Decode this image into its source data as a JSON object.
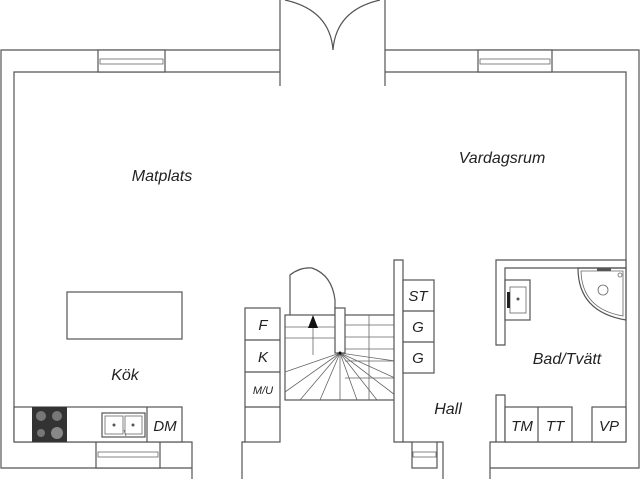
{
  "rooms": {
    "dining": "Matplats",
    "living": "Vardagsrum",
    "kitchen": "Kök",
    "hall": "Hall",
    "bath": "Bad/Tvätt"
  },
  "appliances": {
    "dishwasher": "DM",
    "fridge": "F",
    "freezer": "K",
    "micro_oven": "M/U",
    "storage": "ST",
    "wardrobe_1": "G",
    "wardrobe_2": "G",
    "washer": "TM",
    "dryer": "TT",
    "water_heater": "VP"
  },
  "colors": {
    "line": "#555555",
    "stove": "#333333"
  }
}
